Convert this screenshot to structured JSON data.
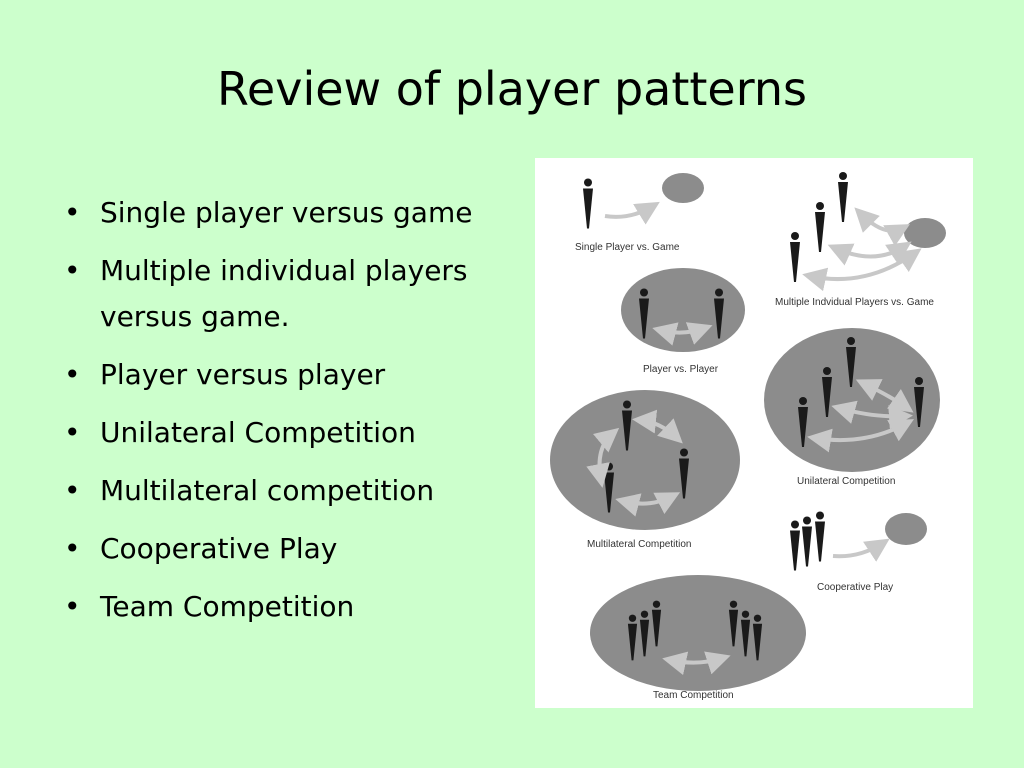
{
  "slide": {
    "title": "Review of player patterns",
    "bullets": [
      "Single player versus game",
      "Multiple individual players versus game.",
      "Player versus player",
      "Unilateral Competition",
      "Multilateral competition",
      "Cooperative Play",
      "Team Competition"
    ]
  },
  "figure": {
    "captions": {
      "single": "Single Player vs. Game",
      "multiple": "Multiple Indvidual Players vs. Game",
      "pvp": "Player vs. Player",
      "unilateral": "Unilateral Competition",
      "multilateral": "Multilateral Competition",
      "cooperative": "Cooperative Play",
      "team": "Team Competition"
    }
  },
  "colors": {
    "background": "#ccffcc",
    "ellipse": "#8c8c8c",
    "figure": "#1a1a1a",
    "arrow": "#c8c8c8"
  }
}
